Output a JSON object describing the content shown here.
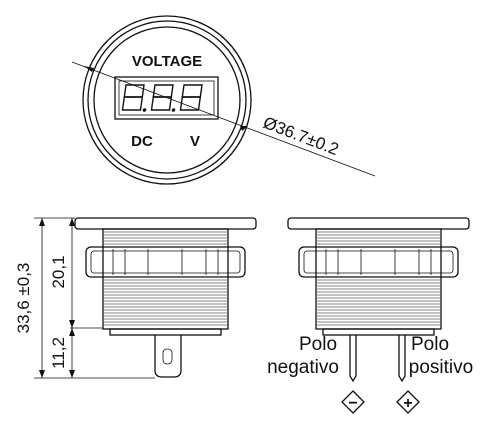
{
  "top_view": {
    "label_top": "VOLTAGE",
    "display_digits": "8.8.8",
    "label_left": "DC",
    "label_right": "V",
    "diameter": "Ø36.7±0.2"
  },
  "dimensions": {
    "total_height": "33,6 ±0,3",
    "upper_height": "20,1",
    "lower_height": "11,2"
  },
  "terminals": {
    "negative": {
      "line1": "Polo",
      "line2": "negativo",
      "symbol": "−"
    },
    "positive": {
      "line1": "Polo",
      "line2": "positivo",
      "symbol": "+"
    }
  }
}
